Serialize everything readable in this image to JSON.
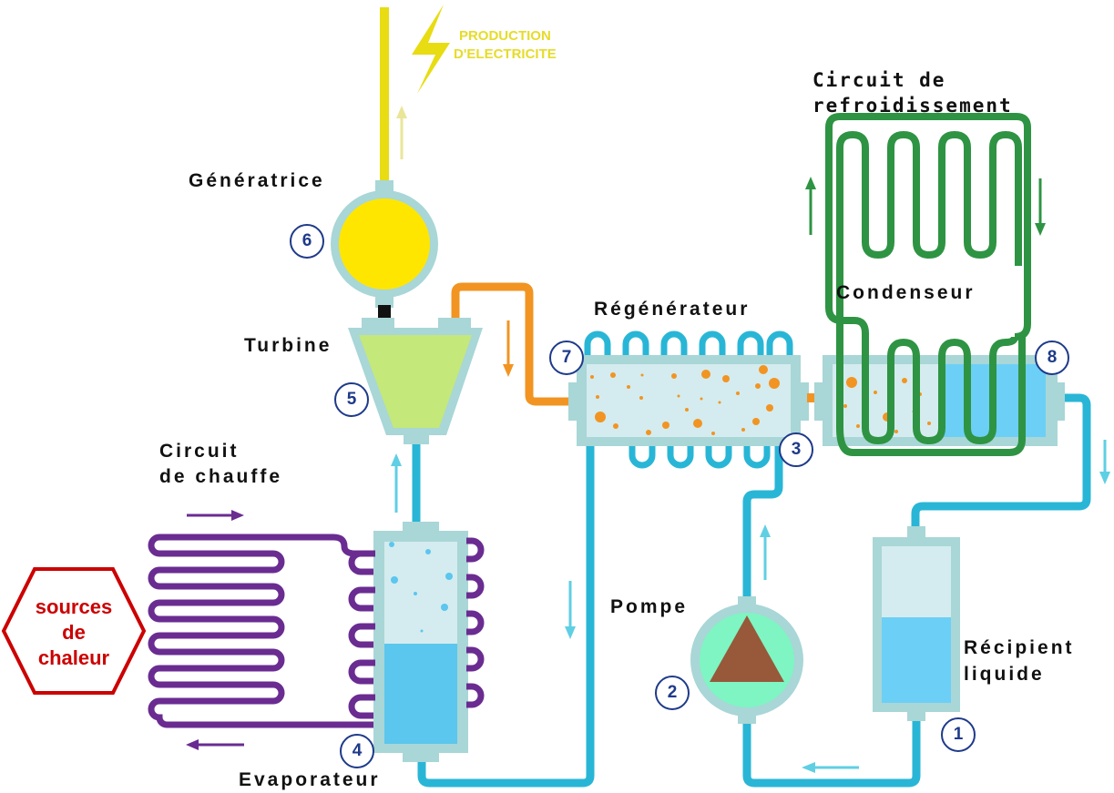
{
  "labels": {
    "production_line1": "PRODUCTION",
    "production_line2": "D'ELECTRICITE",
    "generatrice": "Génératrice",
    "turbine": "Turbine",
    "regenerateur": "Régénérateur",
    "condenseur": "Condenseur",
    "refroid_line1": "Circuit de",
    "refroid_line2": "refroidissement",
    "chauffe_line1": "Circuit",
    "chauffe_line2": "de chauffe",
    "pompe": "Pompe",
    "recipient_line1": "Récipient",
    "recipient_line2": "liquide",
    "evaporateur": "Evaporateur",
    "sources_line1": "sources",
    "sources_line2": "de",
    "sources_line3": "chaleur"
  },
  "numbers": {
    "n1": "1",
    "n2": "2",
    "n3": "3",
    "n4": "4",
    "n5": "5",
    "n6": "6",
    "n7": "7",
    "n8": "8"
  },
  "colors": {
    "working_fluid": "#29b6d6",
    "hot_vapor": "#f29422",
    "heating_circuit": "#6a2c91",
    "cooling_circuit": "#2e9443",
    "electricity": "#e8dc12",
    "heat_source": "#cc0000",
    "number_ring": "#1e3a8a"
  }
}
